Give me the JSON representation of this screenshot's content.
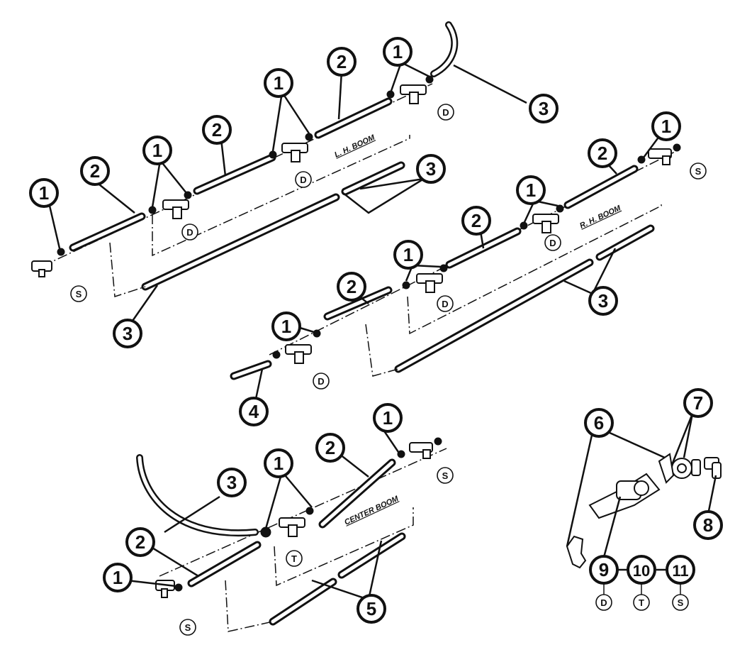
{
  "boom_labels": {
    "lh": "L. H. BOOM",
    "rh": "R. H. BOOM",
    "center": "CENTER BOOM"
  },
  "callouts": {
    "n1": "1",
    "n2": "2",
    "n3": "3",
    "n4": "4",
    "n5": "5",
    "n6": "6",
    "n7": "7",
    "n8": "8",
    "n9": "9",
    "n10": "10",
    "n11": "11"
  },
  "letters": {
    "d": "D",
    "s": "S",
    "t": "T"
  }
}
